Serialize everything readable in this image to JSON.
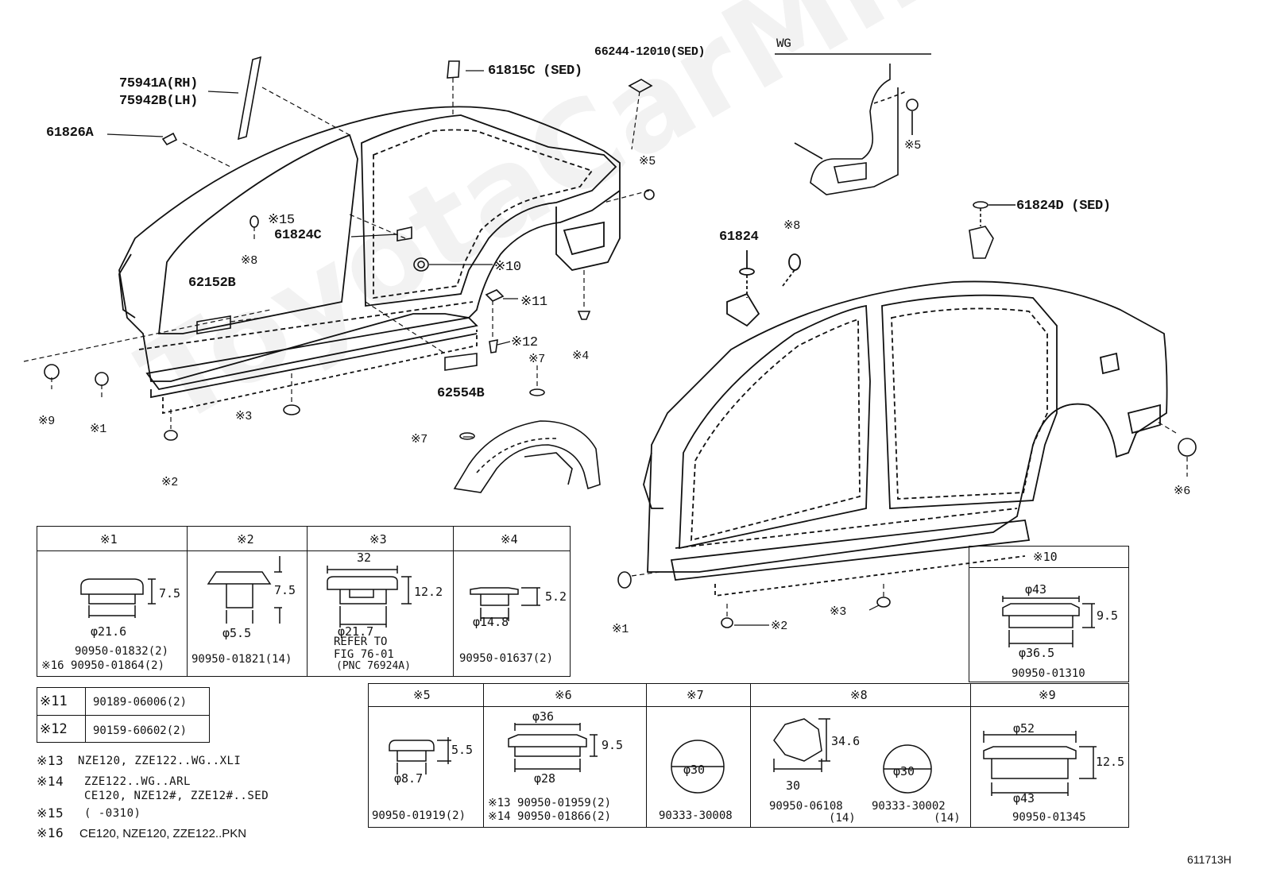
{
  "diagram_id": "611713H",
  "watermark": "ToyotaCarMine.ru",
  "callouts": {
    "p75941a": "75941A(RH)",
    "p75942b": "75942B(LH)",
    "p61826a": "61826A",
    "p61815c": "61815C (SED)",
    "p66244": "66244-12010(SED)",
    "wg": "WG",
    "p61824c": "61824C",
    "p62152b": "62152B",
    "p62554b": "62554B",
    "p61824": "61824",
    "p61824d": "61824D (SED)",
    "r15": "※15",
    "r8a": "※8",
    "r10": "※10",
    "r11": "※11",
    "r12": "※12",
    "r7a": "※7",
    "r7b": "※7",
    "r5a": "※5",
    "r5b": "※5",
    "r4": "※4",
    "r9": "※9",
    "r1a": "※1",
    "r3a": "※3",
    "r2a": "※2",
    "r8b": "※8",
    "r6": "※6",
    "r1b": "※1",
    "r3b": "※3",
    "r2b": "※2"
  },
  "tables": {
    "t1": {
      "head": "※1",
      "dims": [
        "7.5",
        "φ21.6"
      ],
      "parts": [
        "90950-01832(2)",
        "※16 90950-01864(2)"
      ]
    },
    "t2": {
      "head": "※2",
      "dims": [
        "7.5",
        "φ5.5"
      ],
      "parts": [
        "90950-01821(14)"
      ]
    },
    "t3": {
      "head": "※3",
      "dims": [
        "32",
        "12.2",
        "φ21.7"
      ],
      "parts": [
        "REFER TO",
        "FIG 76-01",
        "(PNC 76924A)"
      ]
    },
    "t4": {
      "head": "※4",
      "dims": [
        "5.2",
        "φ14.8"
      ],
      "parts": [
        "90950-01637(2)"
      ]
    },
    "t10": {
      "head": "※10",
      "dims": [
        "φ43",
        "9.5",
        "φ36.5"
      ],
      "parts": [
        "90950-01310"
      ]
    },
    "t5": {
      "head": "※5",
      "dims": [
        "5.5",
        "φ8.7"
      ],
      "parts": [
        "90950-01919(2)"
      ]
    },
    "t6": {
      "head": "※6",
      "dims": [
        "φ36",
        "9.5",
        "φ28"
      ],
      "parts": [
        "※13  90950-01959(2)",
        "※14  90950-01866(2)"
      ]
    },
    "t7": {
      "head": "※7",
      "dims": [
        "φ30"
      ],
      "parts": [
        "90333-30008"
      ]
    },
    "t8": {
      "head": "※8",
      "dims": [
        "34.6",
        "30",
        "φ30"
      ],
      "parts": [
        "90950-06108",
        "(14)",
        "90333-30002",
        "(14)"
      ]
    },
    "t9": {
      "head": "※9",
      "dims": [
        "φ52",
        "12.5",
        "φ43"
      ],
      "parts": [
        "90950-01345"
      ]
    }
  },
  "small_table": [
    {
      "ref": "※11",
      "part": "90189-06006(2)"
    },
    {
      "ref": "※12",
      "part": "90159-60602(2)"
    }
  ],
  "notes": [
    {
      "ref": "※13",
      "text": "NZE120, ZZE122..WG..XLI"
    },
    {
      "ref": "※14",
      "text": "ZZE122..WG..ARL"
    },
    {
      "ref": "",
      "text": "CE120, NZE12#, ZZE12#..SED"
    },
    {
      "ref": "※15",
      "text": "(       -0310)"
    },
    {
      "ref": "※16",
      "text": "CE120, NZE120, ZZE122..PKN"
    }
  ]
}
